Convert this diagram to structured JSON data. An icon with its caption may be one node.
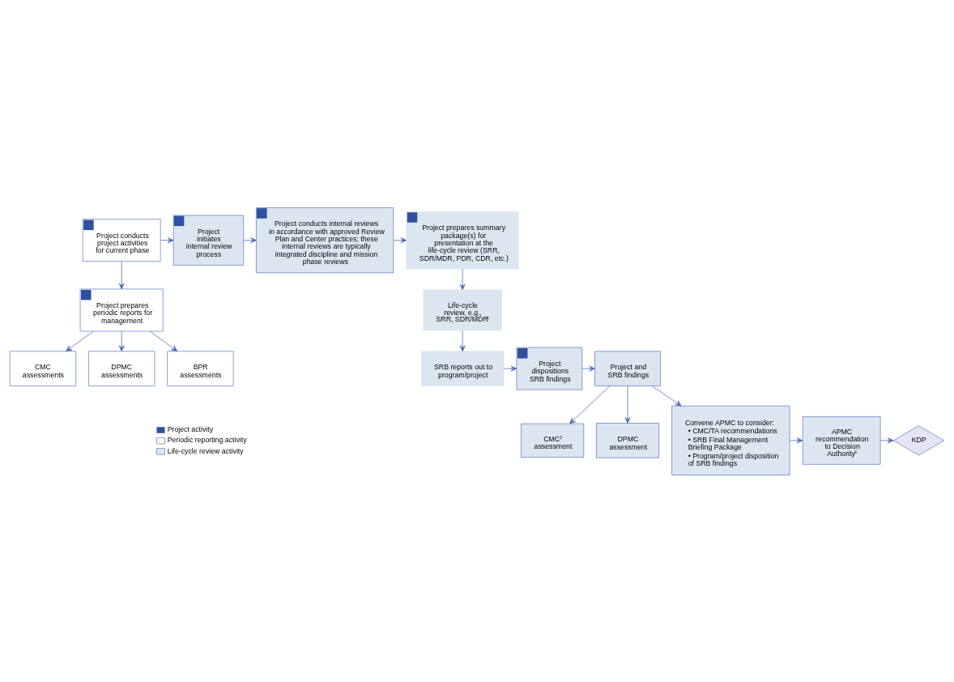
{
  "diagram": {
    "nodes": [
      {
        "text": [
          "Project conducts project activities for current phase"
        ]
      },
      {
        "text": [
          "Project initiates internal review process"
        ]
      },
      {
        "text": [
          "Project conducts internal reviews in accordance with approved Review Plan and Center practices; these internal reviews are typically integrated discipline and mission phase reviews"
        ]
      },
      {
        "text": [
          "Project prepares summary package(s) for presentation at the life-cycle review (SRR, SDR/MDR, PDR, CDR, etc.)"
        ]
      },
      {
        "text": [
          "Project prepares periodic reports for management"
        ]
      },
      {
        "text": [
          "Life-cycle review, e.g., SRR, SDR/MDR$^{1}$"
        ]
      },
      {
        "text": [
          "SRB reports out to program/project"
        ]
      },
      {
        "text": [
          "Project dispositions SRB findings"
        ]
      },
      {
        "text": [
          "Project and SRB findings"
        ]
      },
      {
        "text": [
          "CMC assessments"
        ]
      },
      {
        "text": [
          "DPMC assessments"
        ]
      },
      {
        "text": [
          "BPR assessments"
        ]
      },
      {
        "text": [
          "CMC$^{2}$ assessment"
        ]
      },
      {
        "text": [
          "DPMC assessment"
        ]
      },
      {
        "text": [
          "Convene APMC to consider:",
          "• CMC/TA recommendations",
          "• SRB Final Management Briefing Package",
          "• Program/project disposition of SRB findings"
        ]
      },
      {
        "text": [
          "APMC recommendation to Decision Authority$^{3}$"
        ]
      },
      {
        "text": [
          "KDP"
        ]
      }
    ],
    "edges": [
      {
        "from": 0,
        "to": 1,
        "arrow": "to"
      },
      {
        "from": 1,
        "to": 2,
        "arrow": "to"
      },
      {
        "from": 2,
        "to": 3,
        "arrow": "to"
      },
      {
        "from": 0,
        "to": 4,
        "arrow": "to"
      },
      {
        "from": 3,
        "to": 5,
        "arrow": "to"
      },
      {
        "from": 5,
        "to": 6,
        "arrow": "to"
      },
      {
        "from": 6,
        "to": 7,
        "arrow": "to"
      },
      {
        "from": 7,
        "to": 8,
        "arrow": "to"
      },
      {
        "from": 4,
        "to": 9,
        "arrow": "to"
      },
      {
        "from": 4,
        "to": 10,
        "arrow": "to"
      },
      {
        "from": 4,
        "to": 11,
        "arrow": "to"
      },
      {
        "from": 8,
        "to": 12,
        "arrow": "to"
      },
      {
        "from": 8,
        "to": 13,
        "arrow": "to"
      },
      {
        "from": 8,
        "to": 14,
        "arrow": "to"
      },
      {
        "from": 14,
        "to": 15,
        "arrow": "to"
      },
      {
        "from": 15,
        "to": 16,
        "arrow": "to"
      }
    ],
    "legend": [
      {
        "text": "Project activity"
      },
      {
        "text": "Periodic reporting activity",
        "color": "#ffffff"
      },
      {
        "text": "Life-cycle review activity",
        "color": "#dce6f1"
      }
    ]
  }
}
